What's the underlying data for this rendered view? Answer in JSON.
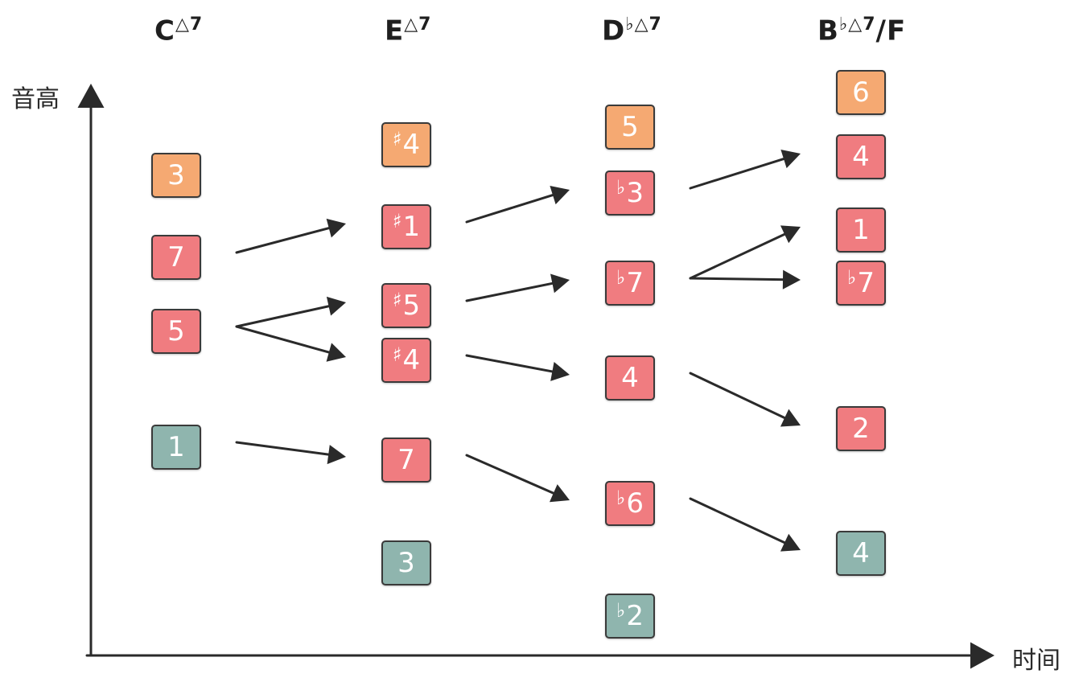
{
  "colors": {
    "orange": "#f5a972",
    "red": "#f07c80",
    "teal": "#8fb5ae",
    "ink": "#2a2a2a"
  },
  "axes": {
    "y_label": "音高",
    "x_label": "时间"
  },
  "chords": [
    {
      "name": "C",
      "sup": "△7",
      "notes": [
        {
          "acc": "",
          "deg": "3",
          "color": "orange"
        },
        {
          "acc": "",
          "deg": "7",
          "color": "red"
        },
        {
          "acc": "",
          "deg": "5",
          "color": "red"
        },
        {
          "acc": "",
          "deg": "1",
          "color": "teal"
        }
      ]
    },
    {
      "name": "E",
      "sup": "△7",
      "notes": [
        {
          "acc": "♯",
          "deg": "4",
          "color": "orange"
        },
        {
          "acc": "♯",
          "deg": "1",
          "color": "red"
        },
        {
          "acc": "♯",
          "deg": "5",
          "color": "red"
        },
        {
          "acc": "♯",
          "deg": "4",
          "color": "red"
        },
        {
          "acc": "",
          "deg": "7",
          "color": "red"
        },
        {
          "acc": "",
          "deg": "3",
          "color": "teal"
        }
      ]
    },
    {
      "name": "D",
      "sup": "♭△7",
      "notes": [
        {
          "acc": "",
          "deg": "5",
          "color": "orange"
        },
        {
          "acc": "♭",
          "deg": "3",
          "color": "red"
        },
        {
          "acc": "♭",
          "deg": "7",
          "color": "red"
        },
        {
          "acc": "",
          "deg": "4",
          "color": "red"
        },
        {
          "acc": "♭",
          "deg": "6",
          "color": "red"
        },
        {
          "acc": "♭",
          "deg": "2",
          "color": "teal"
        }
      ]
    },
    {
      "name": "B",
      "sup": "♭△7",
      "suffix": "/F",
      "notes": [
        {
          "acc": "",
          "deg": "6",
          "color": "orange"
        },
        {
          "acc": "",
          "deg": "4",
          "color": "red"
        },
        {
          "acc": "",
          "deg": "1",
          "color": "red"
        },
        {
          "acc": "♭",
          "deg": "7",
          "color": "red"
        },
        {
          "acc": "",
          "deg": "2",
          "color": "red"
        },
        {
          "acc": "",
          "deg": "4",
          "color": "teal"
        }
      ]
    }
  ],
  "voice_leading": [
    {
      "from": [
        0,
        1
      ],
      "to": [
        1,
        1
      ]
    },
    {
      "from": [
        0,
        2
      ],
      "to": [
        1,
        2
      ]
    },
    {
      "from": [
        0,
        2
      ],
      "to": [
        1,
        3
      ]
    },
    {
      "from": [
        0,
        3
      ],
      "to": [
        1,
        4
      ]
    },
    {
      "from": [
        1,
        1
      ],
      "to": [
        2,
        1
      ]
    },
    {
      "from": [
        1,
        2
      ],
      "to": [
        2,
        2
      ]
    },
    {
      "from": [
        1,
        3
      ],
      "to": [
        2,
        3
      ]
    },
    {
      "from": [
        1,
        4
      ],
      "to": [
        2,
        4
      ]
    },
    {
      "from": [
        2,
        1
      ],
      "to": [
        3,
        1
      ]
    },
    {
      "from": [
        2,
        2
      ],
      "to": [
        3,
        2
      ]
    },
    {
      "from": [
        2,
        2
      ],
      "to": [
        3,
        3
      ]
    },
    {
      "from": [
        2,
        3
      ],
      "to": [
        3,
        4
      ]
    },
    {
      "from": [
        2,
        4
      ],
      "to": [
        3,
        5
      ]
    }
  ]
}
